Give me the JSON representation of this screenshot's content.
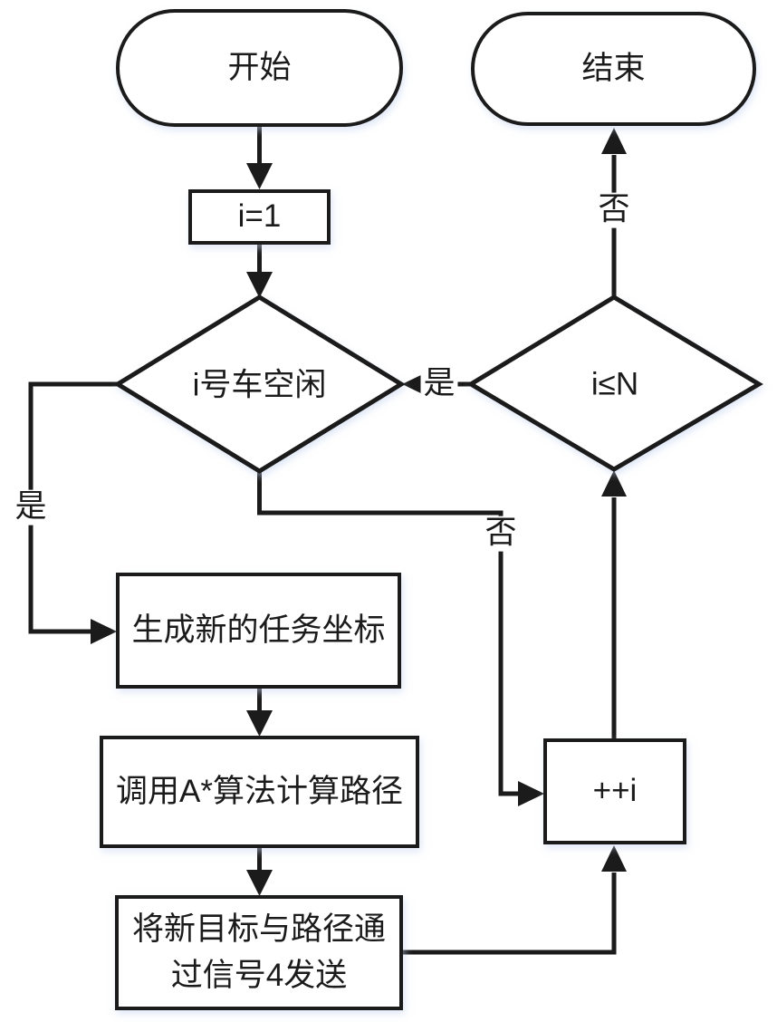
{
  "diagram": {
    "colors": {
      "stroke": "#1b1b1b",
      "fill": "#ffffff"
    },
    "nodes": {
      "start": {
        "label": "开始"
      },
      "end": {
        "label": "结束"
      },
      "init": {
        "label": "i=1"
      },
      "car_idle": {
        "label": "i号车空闲"
      },
      "loop_check": {
        "label": "i≤N"
      },
      "gen_task": {
        "label": "生成新的任务坐标"
      },
      "astar": {
        "label": "调用A*算法计算路径"
      },
      "send_signal": {
        "label": "将新目标与路径通\n过信号4发送"
      },
      "increment": {
        "label": "++i"
      }
    },
    "edge_labels": {
      "yes_between_diamonds": "是",
      "yes_left_branch": "是",
      "no_to_end": "否",
      "no_bottom_branch": "否"
    }
  }
}
